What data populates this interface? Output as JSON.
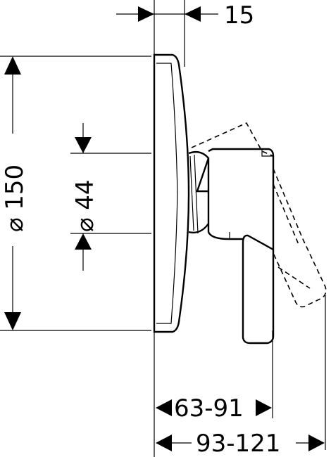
{
  "dimensions": {
    "top_width": "15",
    "diameter_outer": "⌀ 150",
    "diameter_inner": "⌀ 44",
    "projection_short": "63-91",
    "projection_long": "93-121"
  }
}
